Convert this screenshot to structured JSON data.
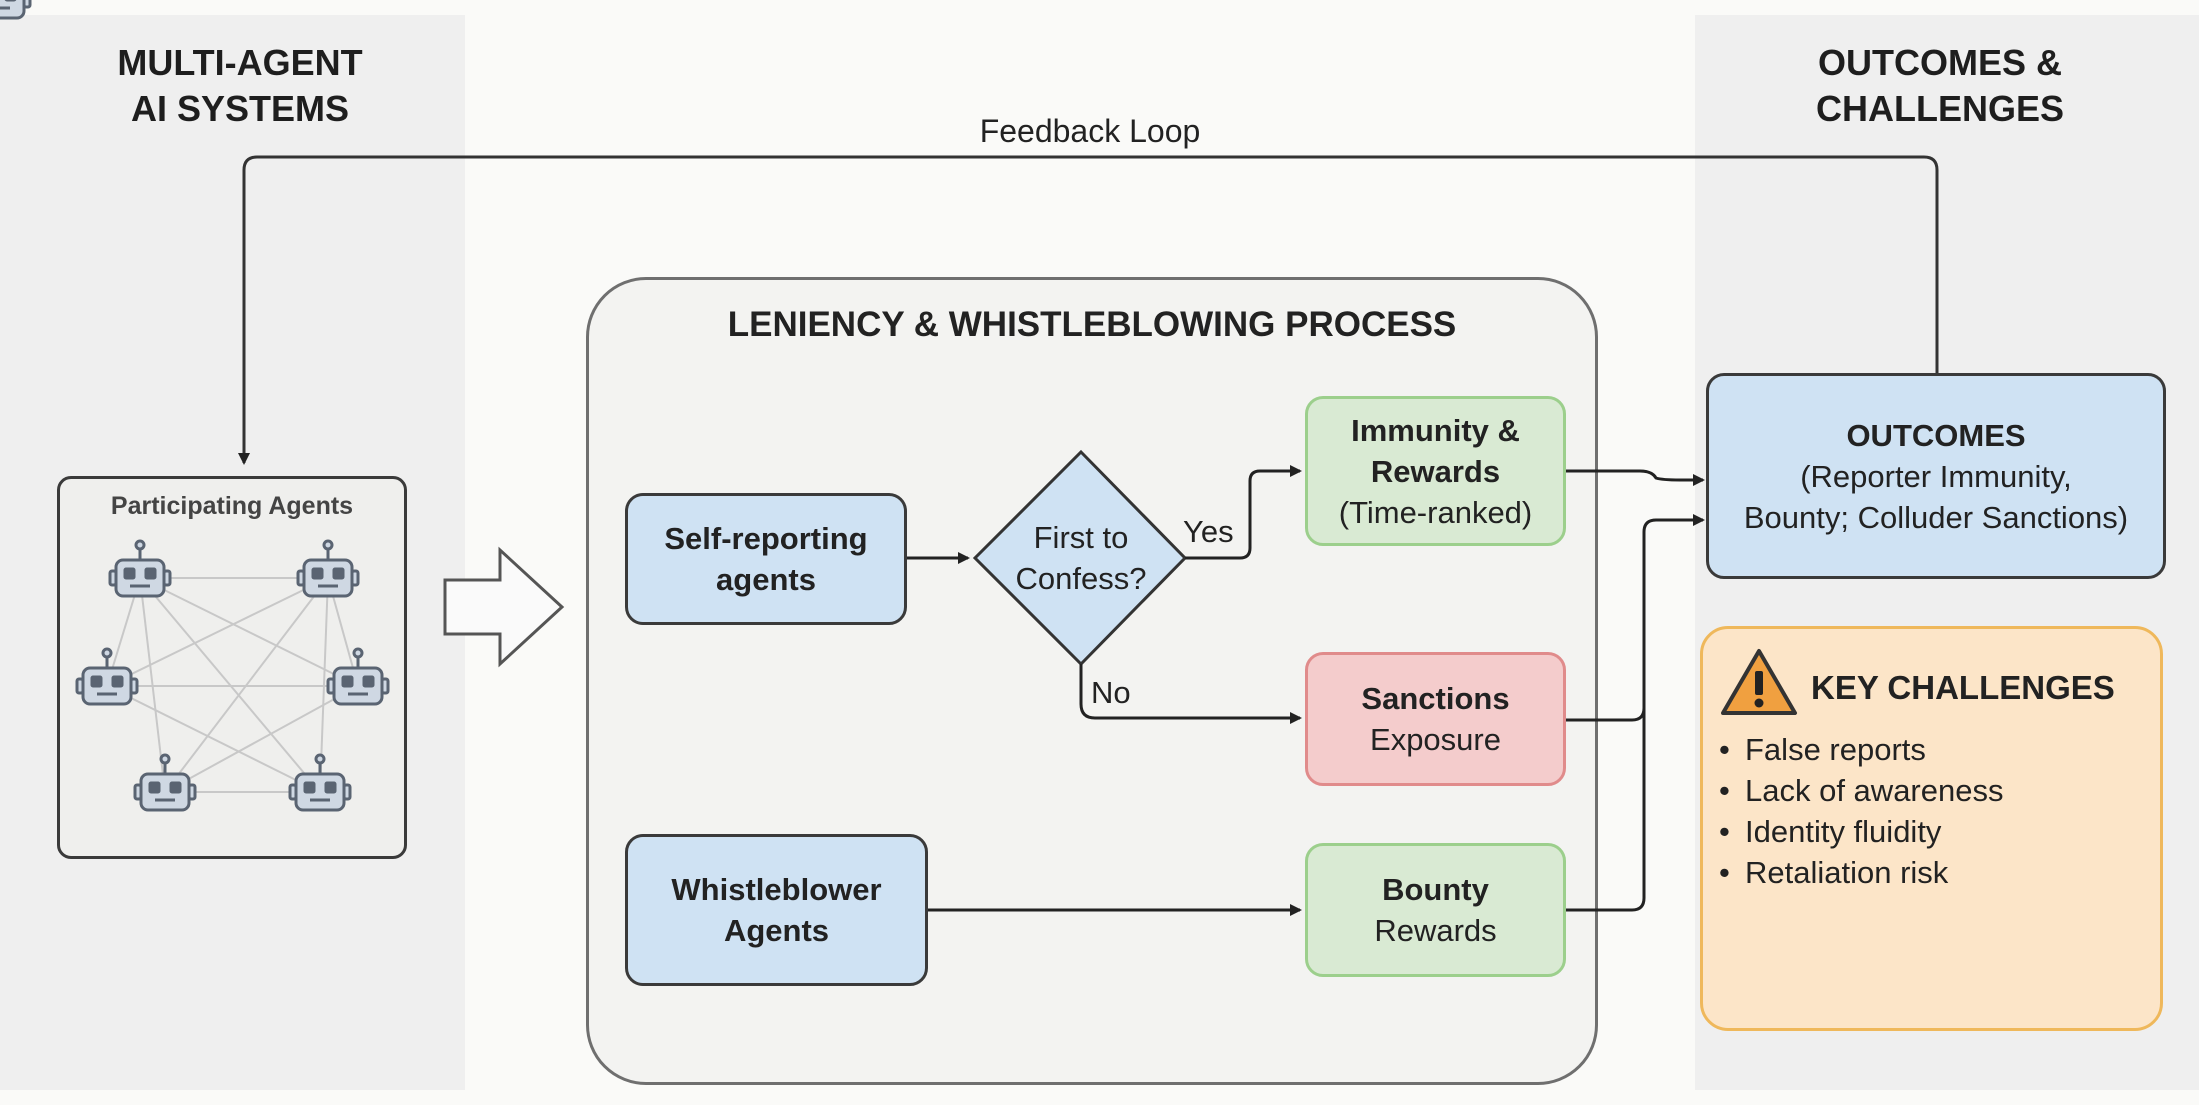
{
  "columns": {
    "left_title": [
      "MULTI-AGENT",
      "AI SYSTEMS"
    ],
    "right_title": [
      "OUTCOMES &",
      "CHALLENGES"
    ]
  },
  "feedback_loop": "Feedback Loop",
  "agents": {
    "title": "Participating Agents",
    "icon": "robot-icon"
  },
  "process": {
    "title": "LENIENCY & WHISTLEBLOWING PROCESS",
    "self_reporting": [
      "Self-reporting",
      "agents"
    ],
    "decision": [
      "First to",
      "Confess?"
    ],
    "yes": "Yes",
    "no": "No",
    "immunity": [
      "Immunity &",
      "Rewards",
      "(Time-ranked)"
    ],
    "sanctions": [
      "Sanctions",
      "Exposure"
    ],
    "whistleblower": [
      "Whistleblower",
      "Agents"
    ],
    "bounty": [
      "Bounty",
      "Rewards"
    ]
  },
  "outcomes": {
    "title": "OUTCOMES",
    "lines": [
      "(Reporter Immunity,",
      "Bounty; Colluder Sanctions)"
    ]
  },
  "challenges": {
    "icon": "warning-icon",
    "title": "KEY CHALLENGES",
    "items": [
      "False reports",
      "Lack of awareness",
      "Identity fluidity",
      "Retaliation risk"
    ]
  },
  "colors": {
    "blue_box": "#cfe2f3",
    "green_box": "#d9ead3",
    "red_box": "#f4cccc",
    "challenge_box": "#fce5c8",
    "warning": "#f0a040"
  }
}
